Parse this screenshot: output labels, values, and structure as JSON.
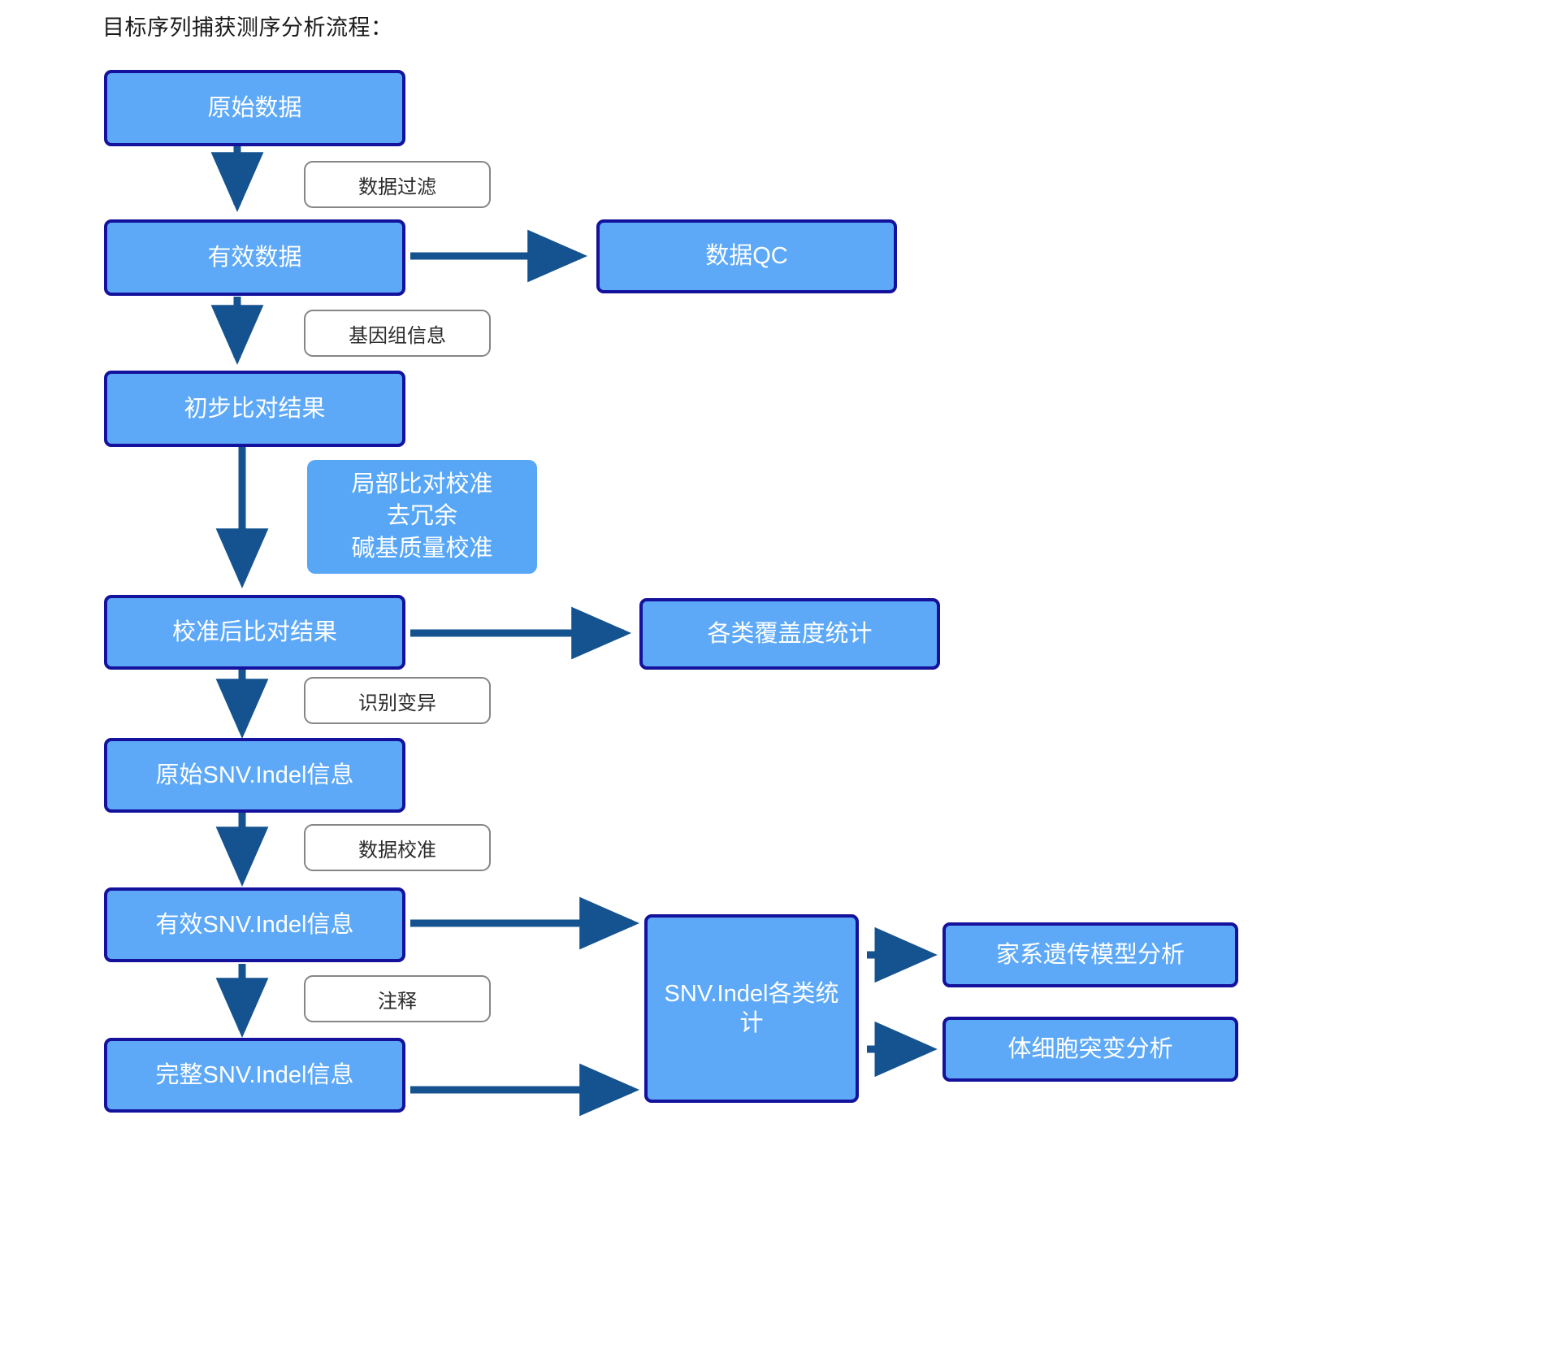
{
  "page": {
    "title": "目标序列捕获测序分析流程：",
    "background": "#ffffff"
  },
  "colors": {
    "node_fill": "#5da9f8",
    "node_border": "#14119c",
    "node_text": "#ffffff",
    "label_fill": "#ffffff",
    "label_border": "#868686",
    "label_text": "#2b2b2b",
    "arrow": "#14538f",
    "title_text": "#1a1a1a"
  },
  "chart_data": {
    "type": "diagram",
    "title": "目标序列捕获测序分析流程：",
    "nodes": [
      {
        "id": "raw_data",
        "label": "原始数据",
        "style": "bordered"
      },
      {
        "id": "valid_data",
        "label": "有效数据",
        "style": "bordered"
      },
      {
        "id": "data_qc",
        "label": "数据QC",
        "style": "bordered"
      },
      {
        "id": "prelim_align",
        "label": "初步比对结果",
        "style": "bordered"
      },
      {
        "id": "recalib_note",
        "label": "局部比对校准\n去冗余\n碱基质量校准",
        "style": "borderless"
      },
      {
        "id": "calib_align",
        "label": "校准后比对结果",
        "style": "bordered"
      },
      {
        "id": "coverage_stats",
        "label": "各类覆盖度统计",
        "style": "bordered"
      },
      {
        "id": "raw_snv_indel",
        "label": "原始SNV.Indel信息",
        "style": "bordered"
      },
      {
        "id": "valid_snv_indel",
        "label": "有效SNV.Indel信息",
        "style": "bordered"
      },
      {
        "id": "full_snv_indel",
        "label": "完整SNV.Indel信息",
        "style": "bordered"
      },
      {
        "id": "snv_indel_stats",
        "label": "SNV.Indel各类统计",
        "style": "bordered"
      },
      {
        "id": "pedigree",
        "label": "家系遗传模型分析",
        "style": "bordered"
      },
      {
        "id": "somatic",
        "label": "体细胞突变分析",
        "style": "bordered"
      }
    ],
    "edges": [
      {
        "from": "raw_data",
        "to": "valid_data",
        "label": "数据过滤",
        "direction": "down"
      },
      {
        "from": "valid_data",
        "to": "data_qc",
        "label": "",
        "direction": "right"
      },
      {
        "from": "valid_data",
        "to": "prelim_align",
        "label": "基因组信息",
        "direction": "down"
      },
      {
        "from": "prelim_align",
        "to": "calib_align",
        "label": "",
        "direction": "down"
      },
      {
        "from": "calib_align",
        "to": "coverage_stats",
        "label": "",
        "direction": "right"
      },
      {
        "from": "calib_align",
        "to": "raw_snv_indel",
        "label": "识别变异",
        "direction": "down"
      },
      {
        "from": "raw_snv_indel",
        "to": "valid_snv_indel",
        "label": "数据校准",
        "direction": "down"
      },
      {
        "from": "valid_snv_indel",
        "to": "snv_indel_stats",
        "label": "",
        "direction": "right"
      },
      {
        "from": "valid_snv_indel",
        "to": "full_snv_indel",
        "label": "注释",
        "direction": "down"
      },
      {
        "from": "full_snv_indel",
        "to": "snv_indel_stats",
        "label": "",
        "direction": "right"
      },
      {
        "from": "snv_indel_stats",
        "to": "pedigree",
        "label": "",
        "direction": "right"
      },
      {
        "from": "snv_indel_stats",
        "to": "somatic",
        "label": "",
        "direction": "right"
      }
    ],
    "edge_labels": [
      "数据过滤",
      "基因组信息",
      "识别变异",
      "数据校准",
      "注释"
    ],
    "note_box_lines": [
      "局部比对校准",
      "去冗余",
      "碱基质量校准"
    ]
  }
}
